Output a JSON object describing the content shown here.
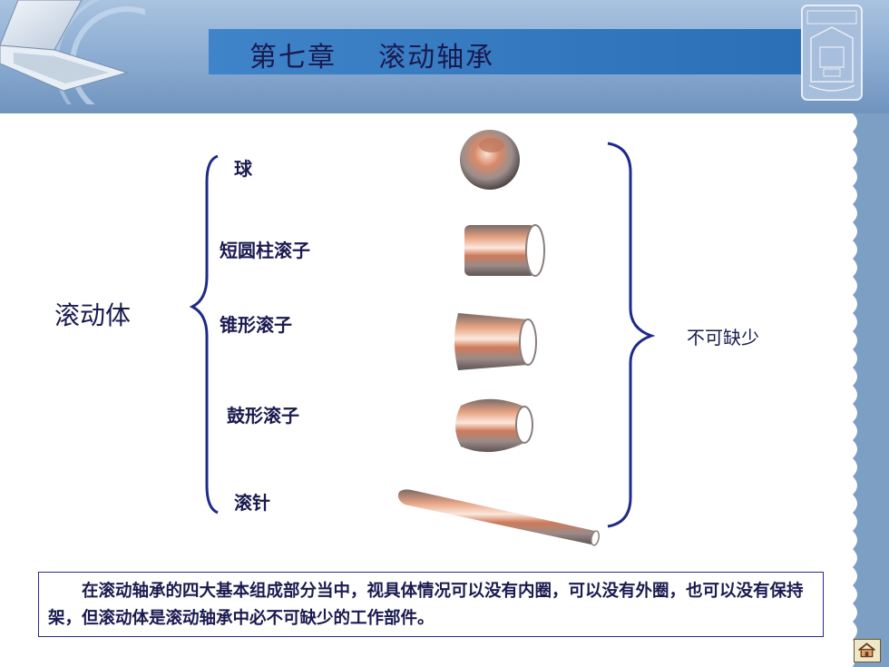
{
  "header": {
    "title": "第七章    滚动轴承"
  },
  "main_label": "滚动体",
  "items": [
    {
      "label": "球"
    },
    {
      "label": "短圆柱滚子"
    },
    {
      "label": "锥形滚子"
    },
    {
      "label": "鼓形滚子"
    },
    {
      "label": "滚针"
    }
  ],
  "right_label": "不可缺少",
  "note": "在滚动轴承的四大基本组成部分当中，视具体情况可以没有内圈，可以没有外圈，也可以没有保持架，但滚动体是滚动轴承中必不可缺少的工作部件。",
  "colors": {
    "text": "#1a1a50",
    "brace": "#1f2a8a",
    "title_band": "#3f84c9",
    "header": "#87a8cf"
  },
  "icons": {
    "home": "home-icon"
  }
}
